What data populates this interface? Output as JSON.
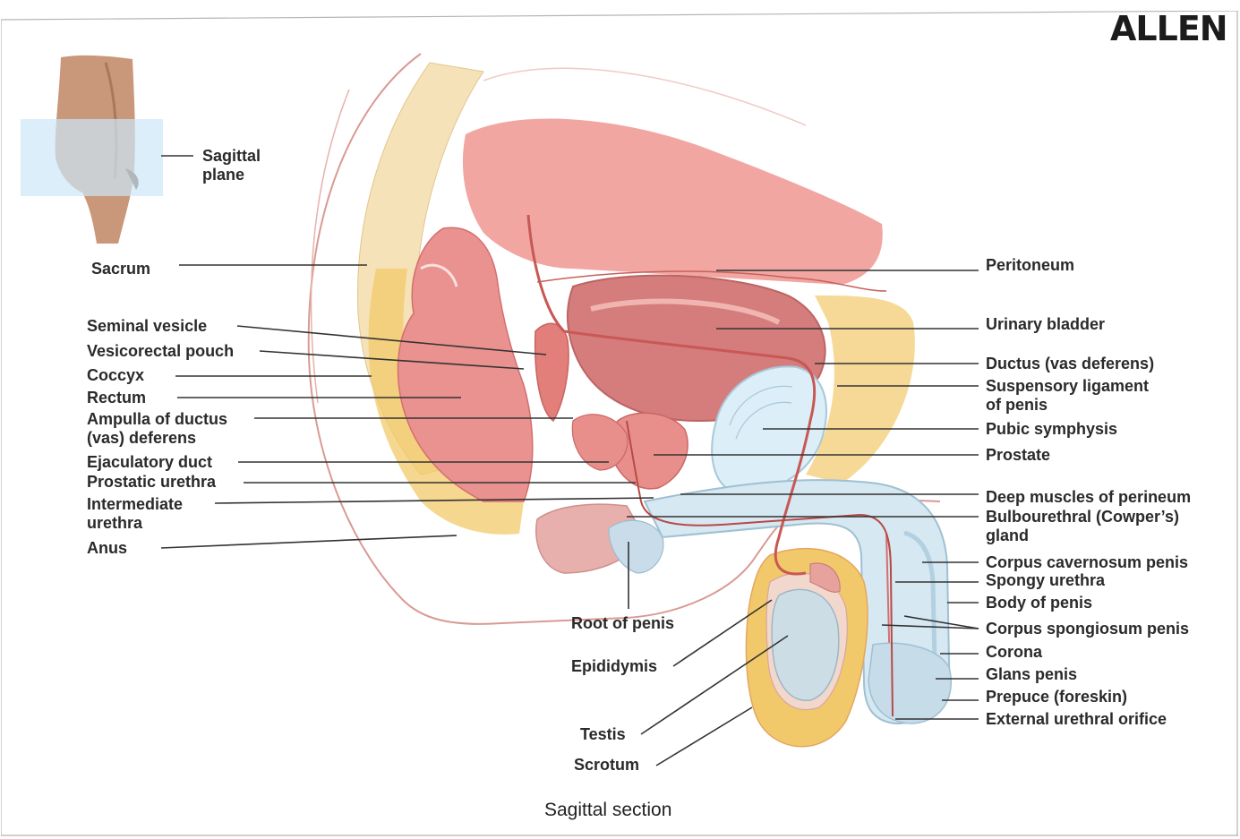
{
  "brand": "ALLEN",
  "caption": "Sagittal section",
  "colors": {
    "skin": "#f7e1d2",
    "bone": "#f6e2b8",
    "fat": "#f2c96a",
    "muscle": "#e98f8b",
    "bladder": "#d88080",
    "erectile": "#cfe3ef",
    "testis": "#cddde6",
    "leader": "#333333"
  },
  "labels": {
    "sagittal_plane": [
      "Sagittal",
      "plane"
    ],
    "sacrum": "Sacrum",
    "seminal_vesicle": "Seminal vesicle",
    "vesicorectal_pouch": "Vesicorectal pouch",
    "coccyx": "Coccyx",
    "rectum": "Rectum",
    "ampulla": [
      "Ampulla of ductus",
      "(vas) deferens"
    ],
    "ejaculatory_duct": "Ejaculatory duct",
    "prostatic_urethra": "Prostatic urethra",
    "intermediate_urethra": [
      "Intermediate",
      "urethra"
    ],
    "anus": "Anus",
    "root_of_penis": "Root of penis",
    "epididymis": "Epididymis",
    "testis": "Testis",
    "scrotum": "Scrotum",
    "peritoneum": "Peritoneum",
    "urinary_bladder": "Urinary bladder",
    "ductus": "Ductus (vas deferens)",
    "suspensory_ligament": [
      "Suspensory ligament",
      "of penis"
    ],
    "pubic_symphysis": "Pubic symphysis",
    "prostate": "Prostate",
    "deep_muscles": "Deep muscles of perineum",
    "bulbourethral": [
      "Bulbourethral (Cowper’s)",
      "gland"
    ],
    "corpus_cavernosum": "Corpus cavernosum penis",
    "spongy_urethra": "Spongy urethra",
    "body_of_penis": "Body of penis",
    "corpus_spongiosum": "Corpus spongiosum penis",
    "corona": "Corona",
    "glans_penis": "Glans penis",
    "prepuce": "Prepuce (foreskin)",
    "external_urethral_orifice": "External urethral orifice"
  }
}
